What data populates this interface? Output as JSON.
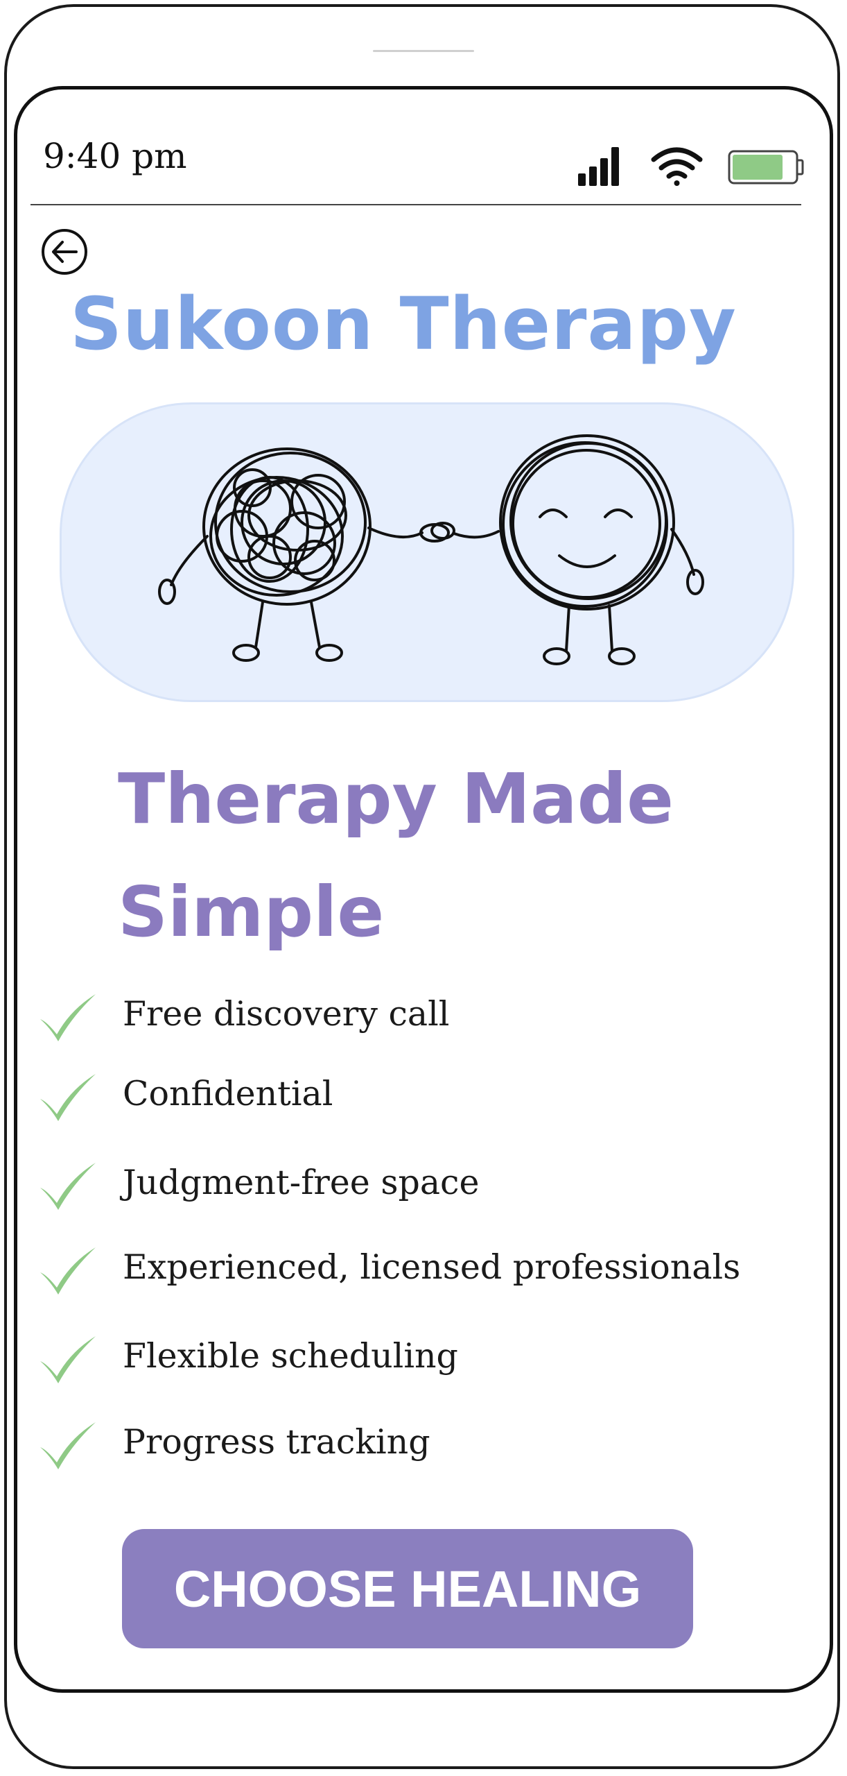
{
  "status_bar": {
    "time": "9:40 pm",
    "icons": [
      "signal-icon",
      "wifi-icon",
      "battery-icon"
    ],
    "battery_color": "#8fca86"
  },
  "header": {
    "back_icon": "back-arrow-icon",
    "brand": "Sukoon Therapy",
    "brand_color": "#7ea3e3"
  },
  "hero": {
    "illustration": "tangled-and-happy-figures-holding-hands",
    "background": "#e7effd"
  },
  "main": {
    "headline": "Therapy Made Simple",
    "headline_color": "#8b7bbf",
    "check_icon": "check-icon",
    "check_color": "#8fca86",
    "features": [
      {
        "label": "Free discovery call"
      },
      {
        "label": "Confidential"
      },
      {
        "label": "Judgment-free space"
      },
      {
        "label": "Experienced, licensed professionals"
      },
      {
        "label": "Flexible scheduling"
      },
      {
        "label": "Progress tracking"
      }
    ]
  },
  "cta": {
    "label": "CHOOSE HEALING",
    "color": "#8b7fbf"
  }
}
